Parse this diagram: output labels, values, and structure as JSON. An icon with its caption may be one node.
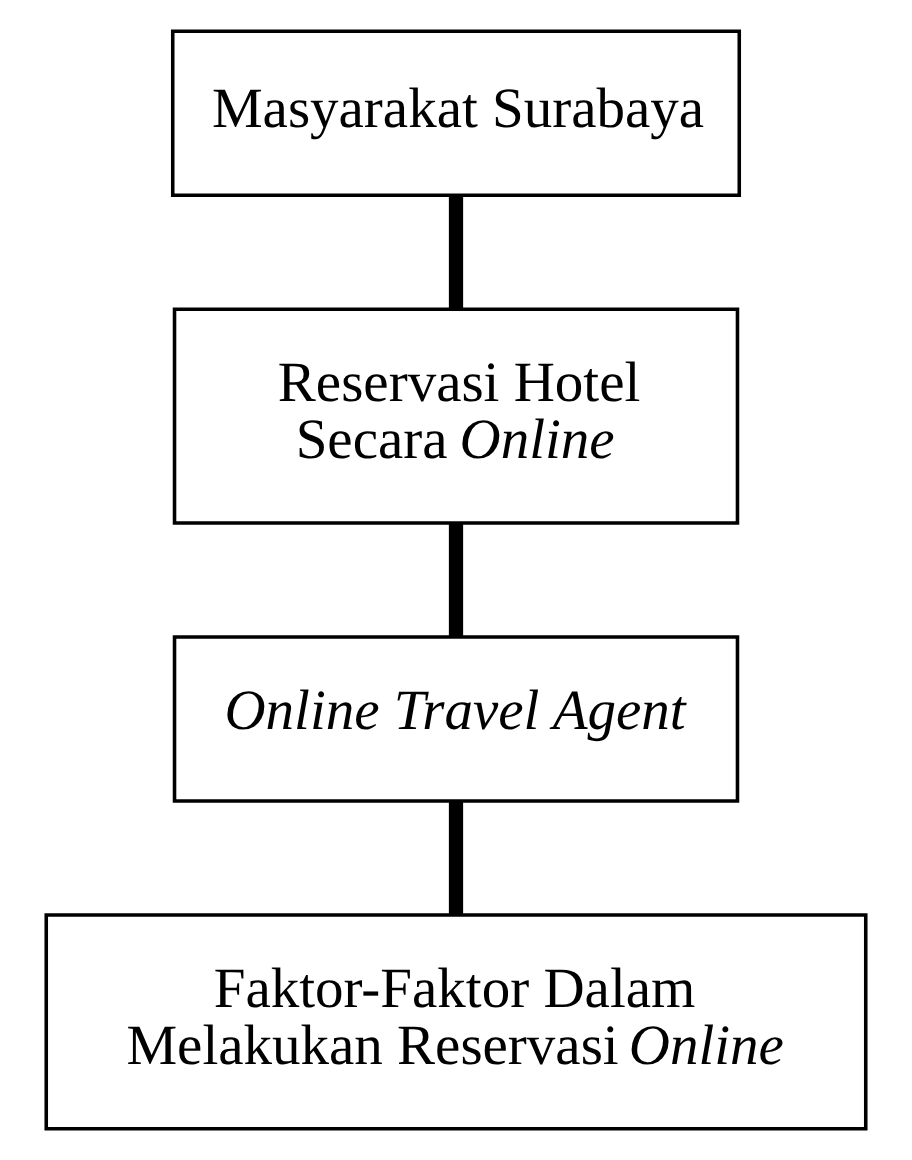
{
  "diagram": {
    "nodes": [
      {
        "text": [
          "Masyarakat Surabaya"
        ]
      },
      {
        "text": [
          "Reservasi Hotel Secara *Online*"
        ]
      },
      {
        "text": [
          "Online Travel Agent"
        ]
      },
      {
        "text": [
          "Faktor-Faktor Dalam Melakukan Reservasi *Online*"
        ]
      }
    ],
    "edges": [
      {
        "from": 0,
        "to": 1,
        "arrow": "none"
      },
      {
        "from": 1,
        "to": 2,
        "arrow": "none"
      },
      {
        "from": 2,
        "to": 3,
        "arrow": "none"
      }
    ]
  }
}
